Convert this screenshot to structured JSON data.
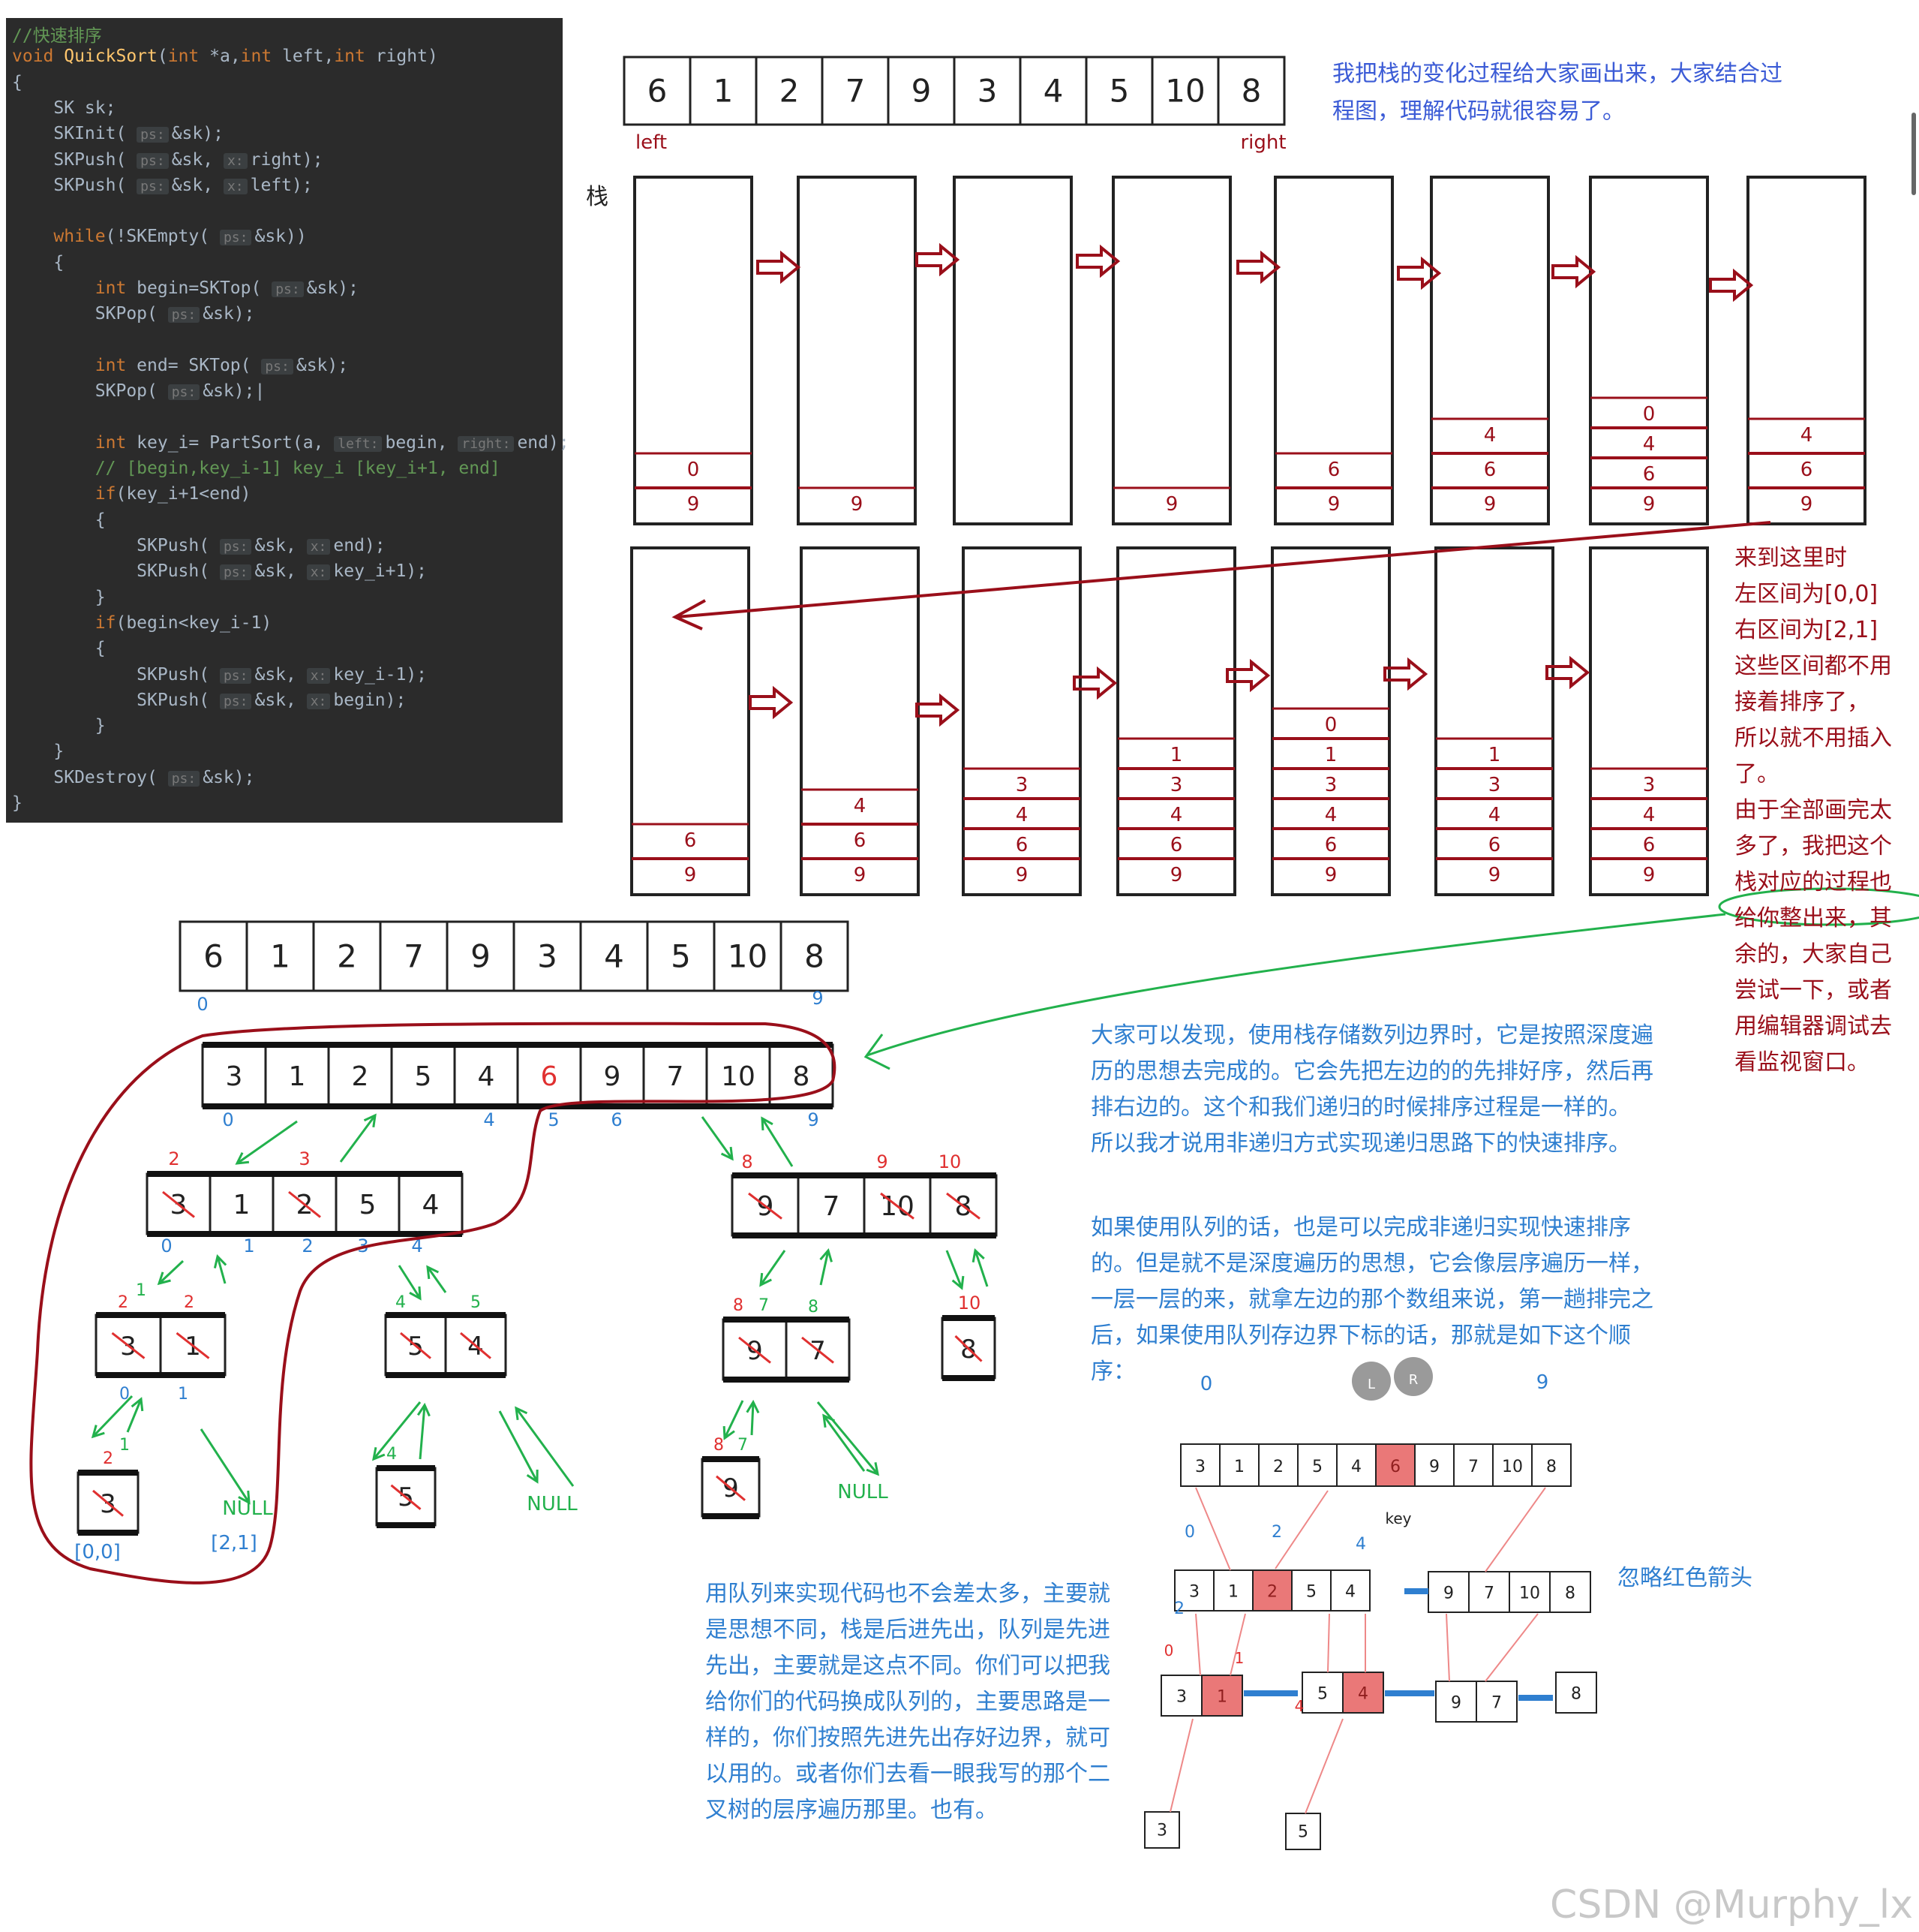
{
  "code": {
    "lines": [
      [
        [
          "cm",
          "//快速排序"
        ]
      ],
      [
        [
          "kw",
          "void "
        ],
        [
          "fn",
          "QuickSort"
        ],
        [
          "",
          "("
        ],
        [
          "kw",
          "int "
        ],
        [
          "",
          "*a,"
        ],
        [
          "kw",
          "int "
        ],
        [
          "",
          "left,"
        ],
        [
          "kw",
          "int "
        ],
        [
          "",
          "right)"
        ]
      ],
      [
        [
          "",
          "{"
        ]
      ],
      [
        [
          "",
          "    SK sk;"
        ]
      ],
      [
        [
          "",
          "    SKInit( "
        ],
        [
          "hint",
          "ps:"
        ],
        [
          "",
          "&sk);"
        ]
      ],
      [
        [
          "",
          "    SKPush( "
        ],
        [
          "hint",
          "ps:"
        ],
        [
          "",
          "&sk, "
        ],
        [
          "hint",
          "x:"
        ],
        [
          "",
          "right);"
        ]
      ],
      [
        [
          "",
          "    SKPush( "
        ],
        [
          "hint",
          "ps:"
        ],
        [
          "",
          "&sk, "
        ],
        [
          "hint",
          "x:"
        ],
        [
          "",
          "left);"
        ]
      ],
      [
        [
          "",
          ""
        ]
      ],
      [
        [
          "kw",
          "    while"
        ],
        [
          "",
          "(!SKEmpty( "
        ],
        [
          "hint",
          "ps:"
        ],
        [
          "",
          "&sk))"
        ]
      ],
      [
        [
          "",
          "    {"
        ]
      ],
      [
        [
          "kw",
          "        int "
        ],
        [
          "",
          "begin=SKTop( "
        ],
        [
          "hint",
          "ps:"
        ],
        [
          "",
          "&sk);"
        ]
      ],
      [
        [
          "",
          "        SKPop( "
        ],
        [
          "hint",
          "ps:"
        ],
        [
          "",
          "&sk);"
        ]
      ],
      [
        [
          "",
          ""
        ]
      ],
      [
        [
          "kw",
          "        int "
        ],
        [
          "",
          "end= SKTop( "
        ],
        [
          "hint",
          "ps:"
        ],
        [
          "",
          "&sk);"
        ]
      ],
      [
        [
          "",
          "        SKPop( "
        ],
        [
          "hint",
          "ps:"
        ],
        [
          "",
          "&sk);|"
        ]
      ],
      [
        [
          "",
          ""
        ]
      ],
      [
        [
          "kw",
          "        int "
        ],
        [
          "",
          "key_i= PartSort(a, "
        ],
        [
          "hint",
          "left:"
        ],
        [
          "",
          "begin, "
        ],
        [
          "hint",
          "right:"
        ],
        [
          "",
          "end);"
        ]
      ],
      [
        [
          "cm",
          "        // [begin,key_i-1] key_i [key_i+1, end]"
        ]
      ],
      [
        [
          "kw",
          "        if"
        ],
        [
          "",
          "(key_i+1<end)"
        ]
      ],
      [
        [
          "",
          "        {"
        ]
      ],
      [
        [
          "",
          "            SKPush( "
        ],
        [
          "hint",
          "ps:"
        ],
        [
          "",
          "&sk, "
        ],
        [
          "hint",
          "x:"
        ],
        [
          "",
          "end);"
        ]
      ],
      [
        [
          "",
          "            SKPush( "
        ],
        [
          "hint",
          "ps:"
        ],
        [
          "",
          "&sk, "
        ],
        [
          "hint",
          "x:"
        ],
        [
          "",
          "key_i+1);"
        ]
      ],
      [
        [
          "",
          "        }"
        ]
      ],
      [
        [
          "kw",
          "        if"
        ],
        [
          "",
          "(begin<key_i-1)"
        ]
      ],
      [
        [
          "",
          "        {"
        ]
      ],
      [
        [
          "",
          "            SKPush( "
        ],
        [
          "hint",
          "ps:"
        ],
        [
          "",
          "&sk, "
        ],
        [
          "hint",
          "x:"
        ],
        [
          "",
          "key_i-1);"
        ]
      ],
      [
        [
          "",
          "            SKPush( "
        ],
        [
          "hint",
          "ps:"
        ],
        [
          "",
          "&sk, "
        ],
        [
          "hint",
          "x:"
        ],
        [
          "",
          "begin);"
        ]
      ],
      [
        [
          "",
          "        }"
        ]
      ],
      [
        [
          "",
          "    }"
        ]
      ],
      [
        [
          "",
          "    SKDestroy( "
        ],
        [
          "hint",
          "ps:"
        ],
        [
          "",
          "&sk);"
        ]
      ],
      [
        [
          "",
          "}"
        ]
      ]
    ]
  },
  "array_values": [
    "6",
    "1",
    "2",
    "7",
    "9",
    "3",
    "4",
    "5",
    "10",
    "8"
  ],
  "top_array_labels": {
    "left": "left",
    "right": "right"
  },
  "stack_label": "栈",
  "stacks_row1": [
    [
      "9",
      "0"
    ],
    [
      "9"
    ],
    [],
    [
      "9"
    ],
    [
      "9",
      "6"
    ],
    [
      "9",
      "6",
      "4"
    ],
    [
      "9",
      "6",
      "4",
      "0"
    ],
    [
      "9",
      "6",
      "4"
    ]
  ],
  "stacks_row2": [
    [
      "9",
      "6"
    ],
    [
      "9",
      "6",
      "4"
    ],
    [
      "9",
      "6",
      "4",
      "3"
    ],
    [
      "9",
      "6",
      "4",
      "3",
      "1"
    ],
    [
      "9",
      "6",
      "4",
      "3",
      "1",
      "0"
    ],
    [
      "9",
      "6",
      "4",
      "3",
      "1"
    ],
    [
      "9",
      "6",
      "4",
      "3"
    ]
  ],
  "intro_text": [
    "我把栈的变化过程给大家画出来，大家结合过",
    "程图，理解代码就很容易了。"
  ],
  "side_note": [
    "来到这里时",
    "左区间为[0,0]",
    "右区间为[2,1]",
    "这些区间都不用",
    "接着排序了，",
    "所以就不用插入",
    "了。",
    "由于全部画完太",
    "多了，我把这个",
    "栈对应的过程也",
    "给你整出来，其",
    "余的，大家自己",
    "尝试一下，或者",
    "用编辑器调试去",
    "看监视窗口。"
  ],
  "mid_array_index_labels": {
    "first": "0",
    "last": "9"
  },
  "partition_tree": {
    "level0": {
      "values": [
        "3",
        "1",
        "2",
        "5",
        "4",
        "6",
        "9",
        "7",
        "10",
        "8"
      ],
      "index_labels": [
        "0",
        "4",
        "5",
        "6",
        "9"
      ]
    },
    "left_sub": {
      "values": [
        "3",
        "1",
        "2",
        "5",
        "4"
      ],
      "top_labels": [
        "2",
        "3"
      ],
      "index_labels": [
        "0",
        "1",
        "2",
        "3",
        "4"
      ]
    },
    "right_sub": {
      "values": [
        "9",
        "7",
        "10",
        "8"
      ],
      "top_labels": [
        "8",
        "9",
        "10"
      ]
    },
    "l2_a": {
      "values": [
        "3",
        "1"
      ],
      "top_labels": [
        "2",
        "1",
        "2"
      ],
      "index_labels": [
        "0",
        "1"
      ]
    },
    "l2_b": {
      "values": [
        "5",
        "4"
      ],
      "top_labels": [
        "4",
        "5"
      ]
    },
    "r2_a": {
      "values": [
        "9",
        "7"
      ],
      "top_labels": [
        "8",
        "7",
        "8"
      ]
    },
    "r2_b": {
      "values": [
        "8"
      ],
      "top_labels": [
        "10"
      ]
    },
    "leaf_a": {
      "values": [
        "3"
      ],
      "top_labels": [
        "2",
        "1"
      ],
      "range": "[0,0]"
    },
    "leaf_a_null": {
      "text": "NULL",
      "range": "[2,1]"
    },
    "leaf_b": {
      "values": [
        "5"
      ],
      "top_labels": [
        "4"
      ]
    },
    "leaf_b_null": "NULL",
    "leaf_c": {
      "values": [
        "9"
      ],
      "top_labels": [
        "8",
        "7"
      ]
    },
    "leaf_c_null": "NULL"
  },
  "explain_stack": [
    "大家可以发现，使用栈存储数列边界时，它是按照深度遍",
    "历的思想去完成的。它会先把左边的的先排好序，然后再",
    "排右边的。这个和我们递归的时候排序过程是一样的。",
    "所以我才说用非递归方式实现递归思路下的快速排序。"
  ],
  "explain_queue": [
    "如果使用队列的话，也是可以完成非递归实现快速排序",
    "的。但是就不是深度遍历的思想，它会像层序遍历一样，",
    "一层一层的来，就拿左边的那个数组来说，第一趟排完之",
    "后，如果使用队列存边界下标的话，那就是如下这个顺",
    "序："
  ],
  "queue_text": [
    "用队列来实现代码也不会差太多，主要就",
    "是思想不同，栈是后进先出，队列是先进",
    "先出，主要就是这点不同。你们可以把我",
    "给你们的代码换成队列的，主要思路是一",
    "样的，你们按照先进先出存好边界，就可",
    "以用的。或者你们去看一眼我写的那个二",
    "叉树的层序遍历那里。也有。"
  ],
  "queue_diagram": {
    "top_index": [
      "0",
      "9"
    ],
    "row1": [
      "3",
      "1",
      "2",
      "5",
      "4",
      "6",
      "9",
      "7",
      "10",
      "8"
    ],
    "key_label": "key",
    "helmet_left": "L",
    "helmet_right": "R",
    "row2_left": [
      "3",
      "1",
      "2",
      "5",
      "4"
    ],
    "row2_right": [
      "9",
      "7",
      "10",
      "8"
    ],
    "row2_labels": [
      "0",
      "2",
      "4",
      "2"
    ],
    "row3_a": [
      "3",
      "1"
    ],
    "row3_b": [
      "5",
      "4"
    ],
    "row3_c": [
      "9",
      "7"
    ],
    "row3_d": [
      "8"
    ],
    "row3_labels": [
      "0",
      "1",
      "4"
    ],
    "row4_a": "3",
    "row4_b": "5",
    "ignore_note": "忽略红色箭头"
  },
  "watermark": "CSDN @Murphy_lx",
  "colors": {
    "accent_red": "#9a0f1a",
    "arrow_green": "#22b14c",
    "blue": "#2f7fd0",
    "text_blue": "#3b5bd6"
  }
}
